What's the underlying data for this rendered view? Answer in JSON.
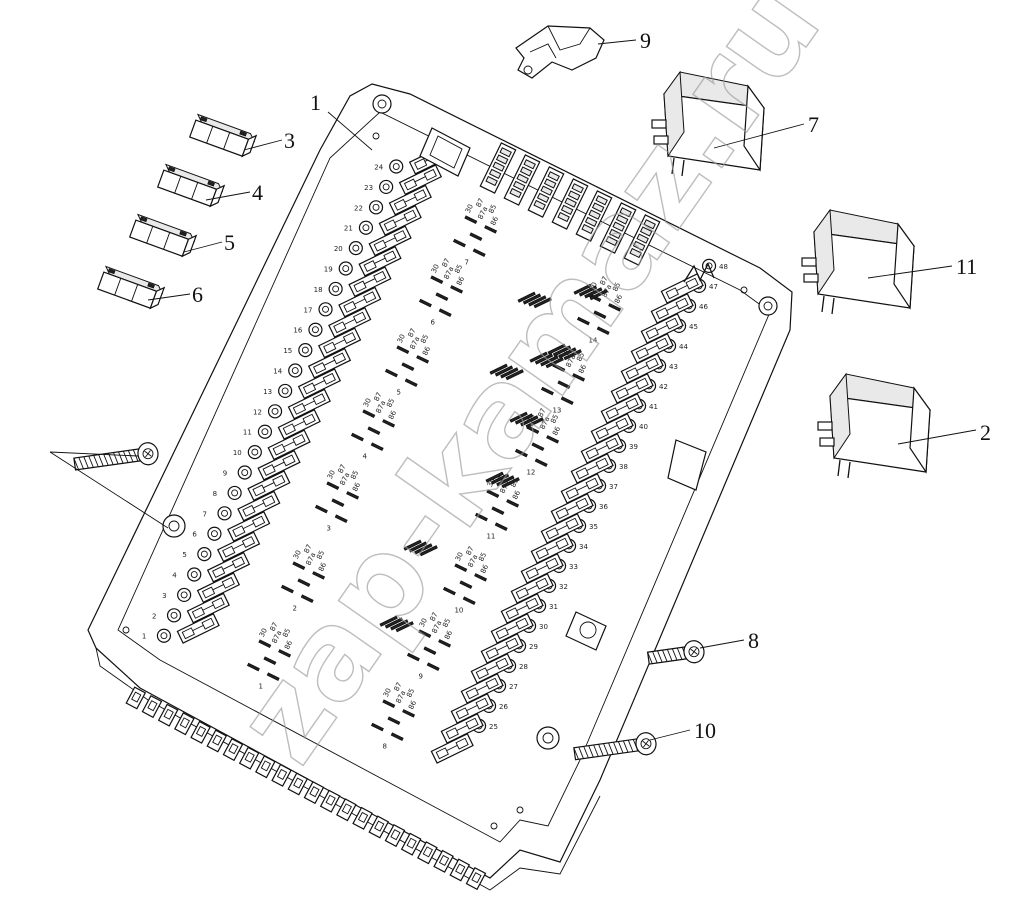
{
  "callouts": [
    {
      "id": "1",
      "text": "1"
    },
    {
      "id": "2",
      "text": "2"
    },
    {
      "id": "3",
      "text": "3"
    },
    {
      "id": "4",
      "text": "4"
    },
    {
      "id": "5",
      "text": "5"
    },
    {
      "id": "6",
      "text": "6"
    },
    {
      "id": "7",
      "text": "7"
    },
    {
      "id": "8",
      "text": "8"
    },
    {
      "id": "9",
      "text": "9"
    },
    {
      "id": "10",
      "text": "10"
    },
    {
      "id": "11",
      "text": "11"
    }
  ],
  "watermark": "zap-kamaz.ru",
  "fuse_numbers_left": [
    "1",
    "2",
    "3",
    "4",
    "5",
    "6",
    "7",
    "8",
    "9",
    "10",
    "11",
    "12",
    "13",
    "14",
    "15",
    "16",
    "17",
    "18",
    "19",
    "20",
    "21",
    "22",
    "23",
    "24"
  ],
  "fuse_numbers_right": [
    "25",
    "26",
    "27",
    "28",
    "29",
    "30",
    "31",
    "32",
    "33",
    "34",
    "35",
    "36",
    "37",
    "38",
    "39",
    "40",
    "41",
    "42",
    "43",
    "44",
    "45",
    "46",
    "47",
    "48"
  ],
  "relay_numbers": [
    "1",
    "2",
    "3",
    "4",
    "5",
    "6",
    "7",
    "8",
    "9",
    "10",
    "11",
    "12",
    "13",
    "14"
  ],
  "relay_pin_labels": [
    "30",
    "87",
    "87a",
    "85",
    "86"
  ]
}
